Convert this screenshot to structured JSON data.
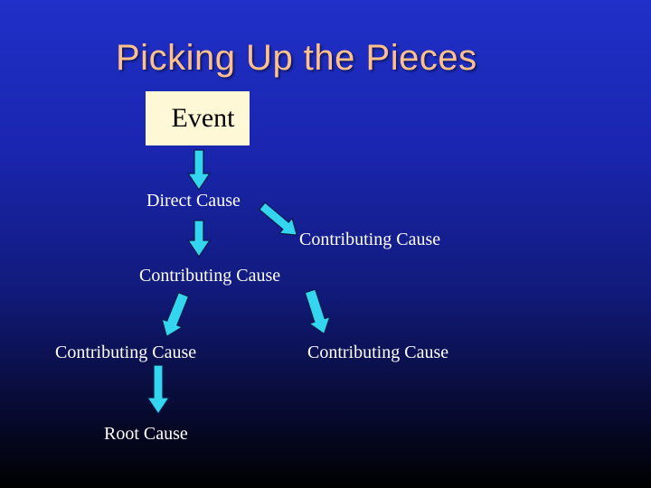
{
  "slide": {
    "title": "Picking Up the Pieces",
    "colors": {
      "title": "#ffc08a",
      "event_box": "#fff8d6",
      "arrow": "#33d6ee",
      "label": "#ffffff",
      "background_top": "#2030c8",
      "background_bottom": "#000000"
    }
  },
  "diagram": {
    "event": "Event",
    "direct_cause": "Direct Cause",
    "contributing_right": "Contributing Cause",
    "contributing_middle": "Contributing Cause",
    "contributing_left": "Contributing Cause",
    "contributing_far_right": "Contributing Cause",
    "root_cause": "Root Cause"
  }
}
